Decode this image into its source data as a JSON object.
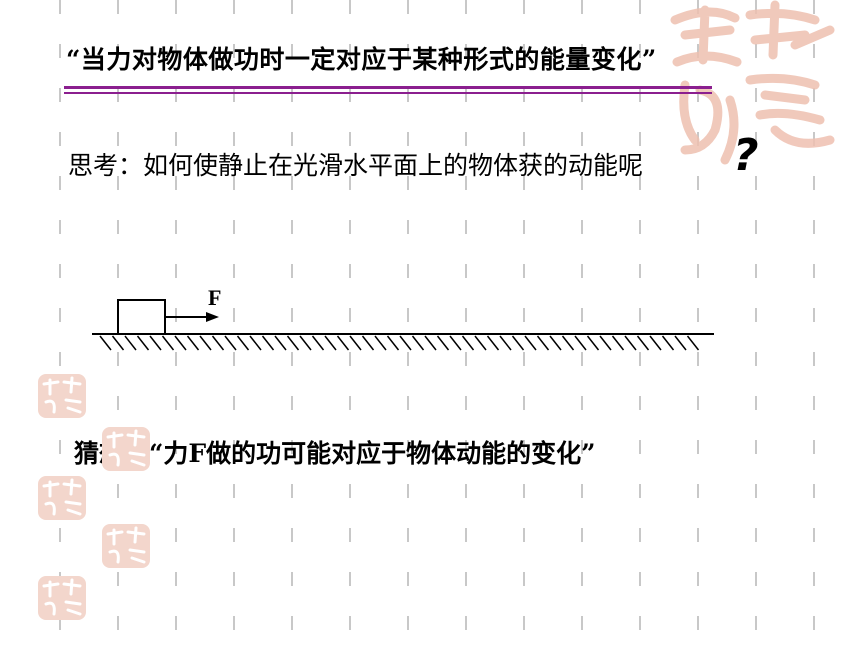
{
  "slide": {
    "title": "“当力对物体做功时一定对应于某种形式的能量变化”",
    "think": "思考：如何使静止在光滑水平面上的物体获的动能呢",
    "question_mark": "?",
    "guess": "猜想：“力F做的功可能对应于物体动能的变化”"
  },
  "diagram": {
    "force_label": "F"
  },
  "colors": {
    "accent_purple": "#8b1f8f",
    "seal_pink": "#e8b4a4",
    "seal_light": "#f3d6cc",
    "guide_gray": "#c8c8c8"
  },
  "decorations": {
    "seal_icon": "auspicious-seal-icon"
  }
}
